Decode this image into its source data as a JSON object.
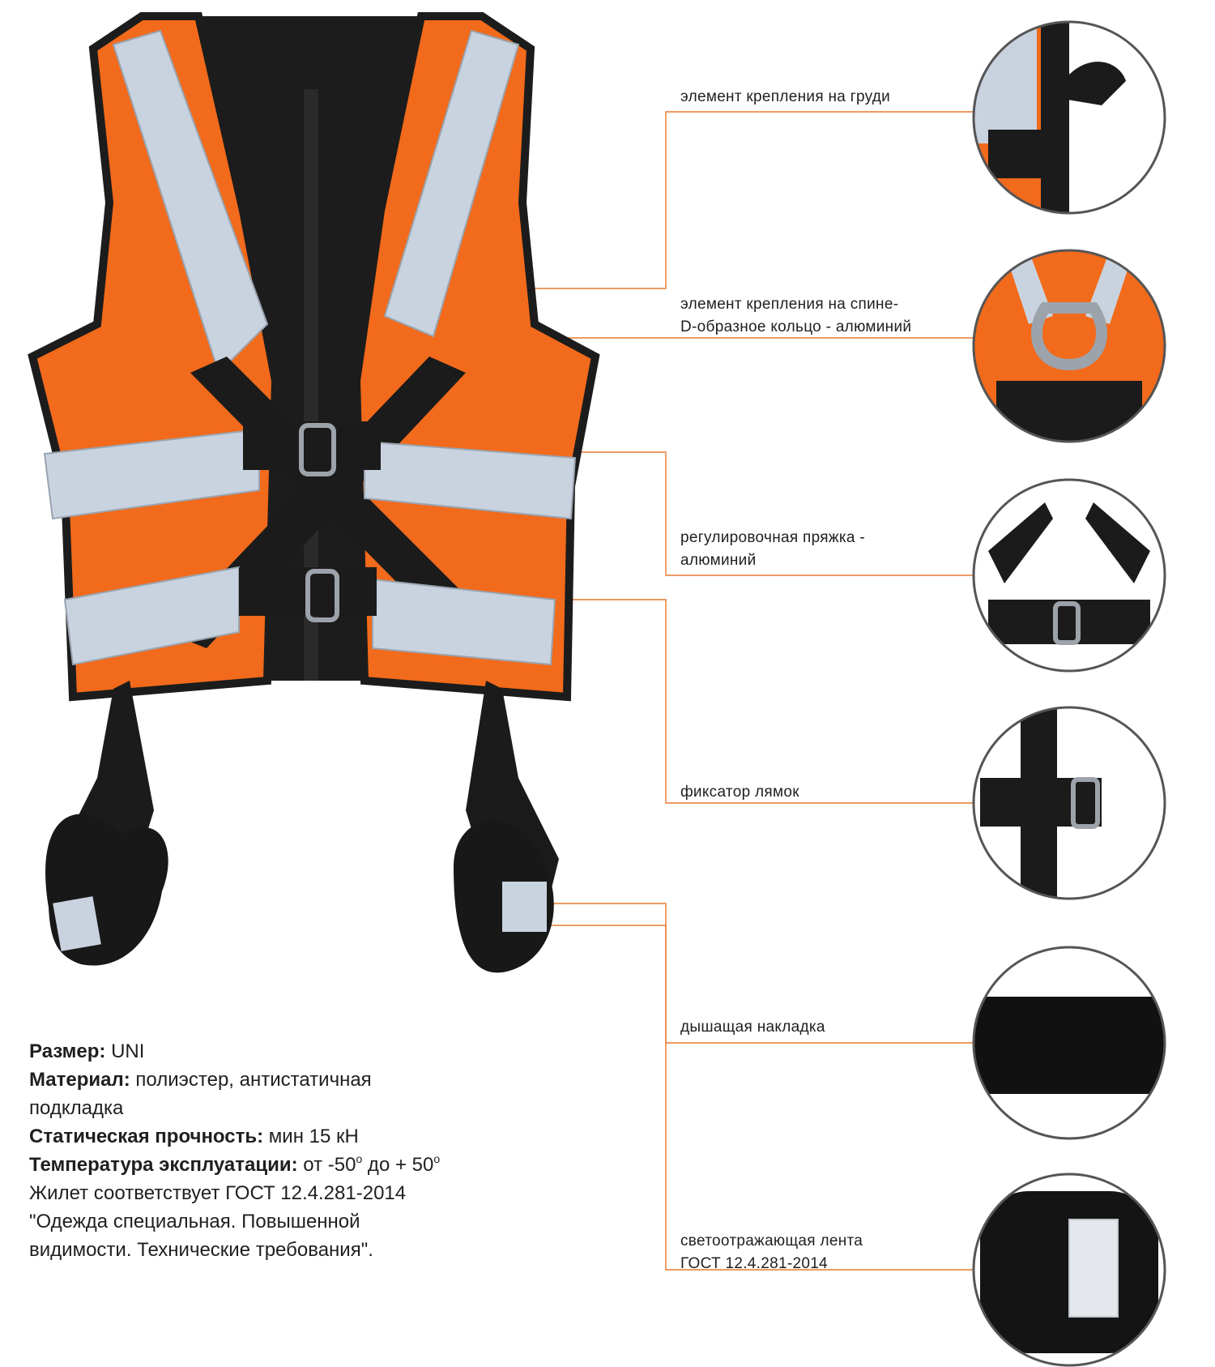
{
  "callouts": [
    {
      "id": "chest",
      "lines": [
        "элемент крепления на груди"
      ]
    },
    {
      "id": "back",
      "lines": [
        "элемент крепления на спине-",
        "D-образное кольцо - алюминий"
      ]
    },
    {
      "id": "buckle",
      "lines": [
        "регулировочная пряжка -",
        "алюминий"
      ]
    },
    {
      "id": "strap",
      "lines": [
        "фиксатор лямок"
      ]
    },
    {
      "id": "pad",
      "lines": [
        "дышащая накладка"
      ]
    },
    {
      "id": "tape",
      "lines": [
        "светоотражающая лента",
        "ГОСТ 12.4.281-2014"
      ]
    }
  ],
  "specs": {
    "size_label": "Размер:",
    "size_value": " UNI",
    "material_label": "Материал:",
    "material_value": " полиэстер, антистатичная",
    "material_value2": "подкладка",
    "strength_label": "Статическая прочность:",
    "strength_value": " мин 15 кН",
    "temp_label": "Температура эксплуатации:",
    "temp_from": " от -50",
    "temp_deg": "o",
    "temp_to": " до + 50",
    "gost_line1": "Жилет соответствует ГОСТ 12.4.281-2014",
    "gost_line2": "\"Одежда специальная. Повышенной",
    "gost_line3": "видимости. Технические требования\"."
  },
  "colors": {
    "accent": "#e8792f",
    "vest_orange": "#f26a1b",
    "reflective": "#c9d3df",
    "strap": "#1b1b1b"
  }
}
